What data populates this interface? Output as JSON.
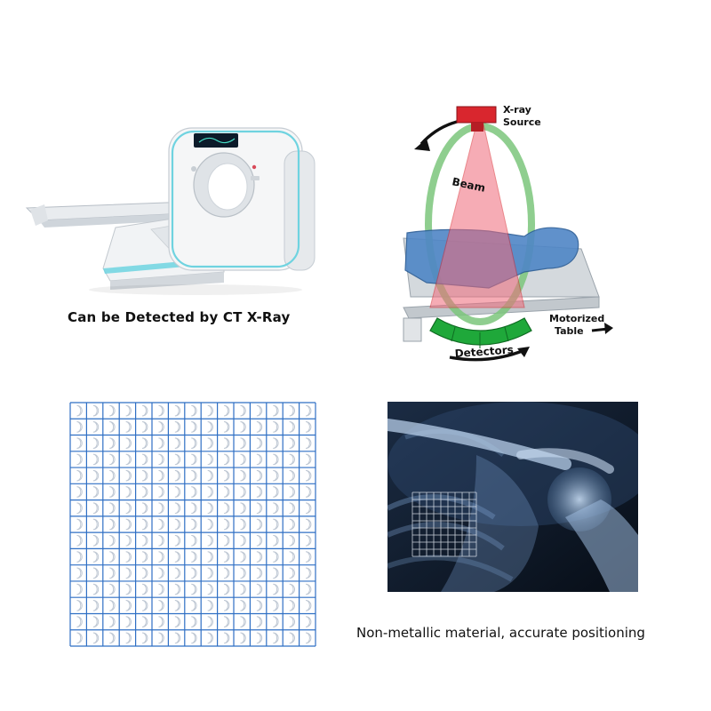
{
  "captions": {
    "ct": "Can be Detected by CT  X-Ray",
    "xray": "Non-metallic material, accurate positioning"
  },
  "diagram": {
    "source_label_1": "X-ray",
    "source_label_2": "Source",
    "beam_label": "Beam",
    "table_label_1": "Motorized",
    "table_label_2": "Table",
    "detectors_label": "Detectors"
  },
  "grid": {
    "rows": 15,
    "cols": 15,
    "line_color": "#2f6fc4",
    "marker_color": "#bfc8d4"
  },
  "colors": {
    "ring": "#7bc67b",
    "beam": "#f06a7a",
    "source": "#d9262e",
    "detector": "#1fa83a",
    "body": "#4f86c6",
    "ct_accent": "#6fd3e0",
    "xray_bg": "#0b1220"
  }
}
